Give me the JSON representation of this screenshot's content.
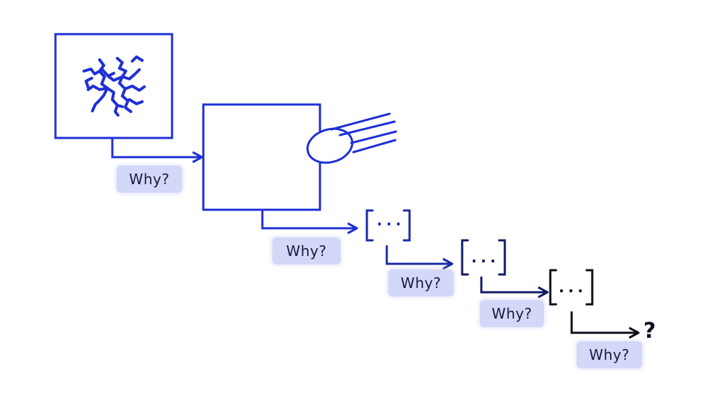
{
  "labels": {
    "why": [
      "Why?",
      "Why?",
      "Why?",
      "Why?",
      "Why?"
    ],
    "ellipsis": [
      "...",
      "...",
      "..."
    ],
    "final": "?"
  },
  "colors": {
    "primary_blue": "#1e2fd6",
    "mid_blue": "#1a2aa8",
    "dark_navy": "#141a66",
    "black": "#0d0d1a",
    "highlight": "#c4cbf6"
  },
  "icons": {
    "cracks": "cracked-surface-icon",
    "projectile": "flying-ball-icon"
  }
}
